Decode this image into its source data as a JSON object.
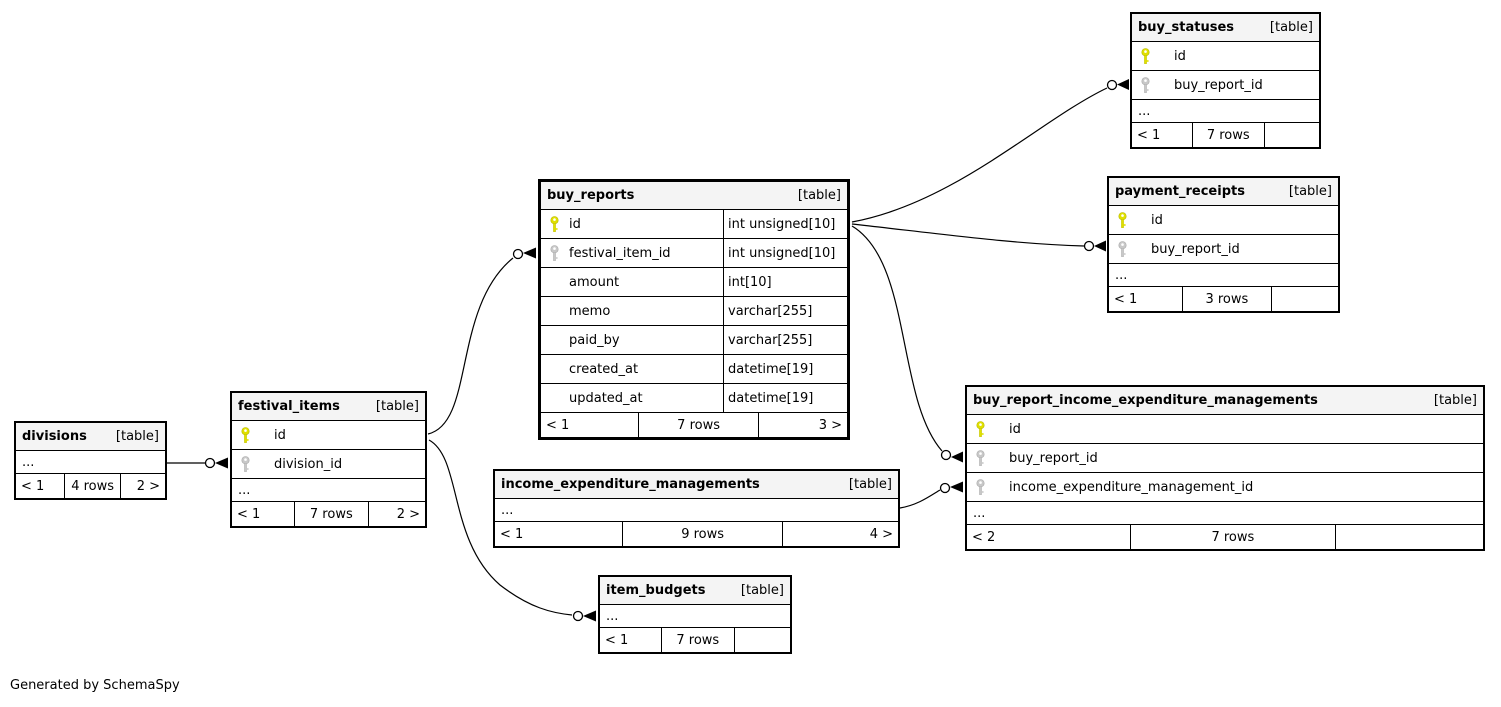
{
  "page": {
    "generated_note": "Generated by SchemaSpy"
  },
  "tables": [
    {
      "name": "buy_statuses",
      "type_label": "[table]",
      "ellipsis": "...",
      "columns": [
        {
          "key": "primary",
          "name": "id"
        },
        {
          "key": "foreign",
          "name": "buy_report_id"
        }
      ],
      "footer": {
        "left": "< 1",
        "center": "7 rows",
        "right": ""
      }
    },
    {
      "name": "payment_receipts",
      "type_label": "[table]",
      "ellipsis": "...",
      "columns": [
        {
          "key": "primary",
          "name": "id"
        },
        {
          "key": "foreign",
          "name": "buy_report_id"
        }
      ],
      "footer": {
        "left": "< 1",
        "center": "3 rows",
        "right": ""
      }
    },
    {
      "name": "buy_reports",
      "type_label": "[table]",
      "ellipsis": "...",
      "columns": [
        {
          "key": "primary",
          "name": "id",
          "type": "int unsigned[10]"
        },
        {
          "key": "foreign",
          "name": "festival_item_id",
          "type": "int unsigned[10]"
        },
        {
          "key": null,
          "name": "amount",
          "type": "int[10]"
        },
        {
          "key": null,
          "name": "memo",
          "type": "varchar[255]"
        },
        {
          "key": null,
          "name": "paid_by",
          "type": "varchar[255]"
        },
        {
          "key": null,
          "name": "created_at",
          "type": "datetime[19]"
        },
        {
          "key": null,
          "name": "updated_at",
          "type": "datetime[19]"
        }
      ],
      "footer": {
        "left": "< 1",
        "center": "7 rows",
        "right": "3 >"
      }
    },
    {
      "name": "buy_report_income_expenditure_managements",
      "type_label": "[table]",
      "ellipsis": "...",
      "columns": [
        {
          "key": "primary",
          "name": "id"
        },
        {
          "key": "foreign",
          "name": "buy_report_id"
        },
        {
          "key": "foreign",
          "name": "income_expenditure_management_id"
        }
      ],
      "footer": {
        "left": "< 2",
        "center": "7 rows",
        "right": ""
      }
    },
    {
      "name": "income_expenditure_managements",
      "type_label": "[table]",
      "ellipsis": "...",
      "columns": [],
      "footer": {
        "left": "< 1",
        "center": "9 rows",
        "right": "4 >"
      }
    },
    {
      "name": "festival_items",
      "type_label": "[table]",
      "ellipsis": "...",
      "columns": [
        {
          "key": "primary",
          "name": "id"
        },
        {
          "key": "foreign",
          "name": "division_id"
        }
      ],
      "footer": {
        "left": "< 1",
        "center": "7 rows",
        "right": "2 >"
      }
    },
    {
      "name": "divisions",
      "type_label": "[table]",
      "ellipsis": "...",
      "columns": [],
      "footer": {
        "left": "< 1",
        "center": "4 rows",
        "right": "2 >"
      }
    },
    {
      "name": "item_budgets",
      "type_label": "[table]",
      "ellipsis": "...",
      "columns": [],
      "footer": {
        "left": "< 1",
        "center": "7 rows",
        "right": ""
      }
    }
  ],
  "colors": {
    "primary_key": "#e0e000",
    "primary_key_stroke": "#b8b800",
    "foreign_key": "#c8c8c8",
    "foreign_key_stroke": "#aaaaaa",
    "header_bg": "#f4f4f4",
    "line": "#000000"
  }
}
